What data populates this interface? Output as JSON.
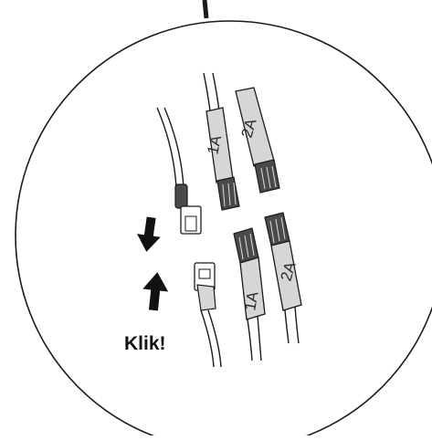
{
  "labels": {
    "connector_top_1": "1A",
    "connector_top_2": "2A",
    "connector_bottom_1": "1A",
    "connector_bottom_2": "2A",
    "action": "Klik!"
  },
  "icons": {
    "arrow_down": "down-arrow-icon",
    "arrow_up": "up-arrow-icon"
  },
  "colors": {
    "line": "#1a1a1a",
    "sleeve": "#d6d6d6",
    "dark_band": "#4a4a4a",
    "arrow": "#111111"
  }
}
